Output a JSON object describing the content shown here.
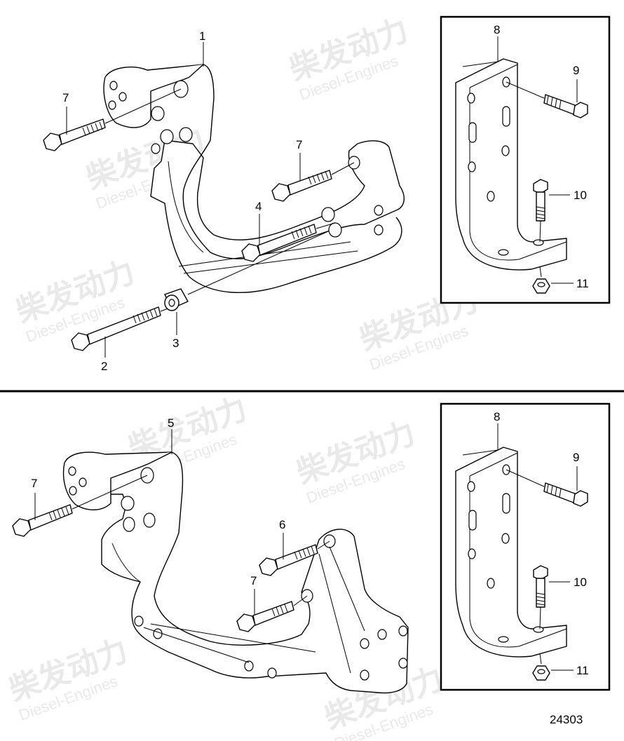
{
  "watermark": {
    "brand": "柴发动力",
    "subtitle": "Diesel-Engines"
  },
  "top_view": {
    "callouts": [
      "1",
      "7",
      "7",
      "4",
      "2",
      "3"
    ]
  },
  "top_inset": {
    "callouts": [
      "8",
      "9",
      "10",
      "11"
    ]
  },
  "bottom_view": {
    "callouts": [
      "5",
      "7",
      "6",
      "7"
    ]
  },
  "bottom_inset": {
    "callouts": [
      "8",
      "9",
      "10",
      "11"
    ]
  },
  "figure_number": "24303"
}
